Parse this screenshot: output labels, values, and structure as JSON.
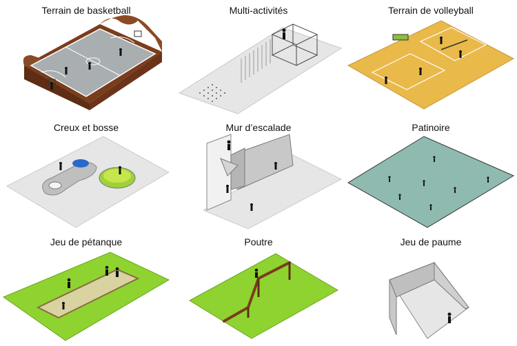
{
  "cells": [
    {
      "title": "Terrain de basketball"
    },
    {
      "title": "Multi-activités"
    },
    {
      "title": "Terrain de volleyball"
    },
    {
      "title": "Creux et bosse"
    },
    {
      "title": "Mur d’escalade"
    },
    {
      "title": "Patinoire"
    },
    {
      "title": "Jeu de pétanque"
    },
    {
      "title": "Poutre"
    },
    {
      "title": "Jeu de paume"
    }
  ],
  "colors": {
    "court_grey": "#a9aeb1",
    "wood": "#8b4a26",
    "sand": "#e9b94a",
    "ice": "#8fbab0",
    "grass": "#8ed330",
    "gravel": "#d8d3a0",
    "slab": "#e6e6e6",
    "wall": "#c8c8c8"
  }
}
